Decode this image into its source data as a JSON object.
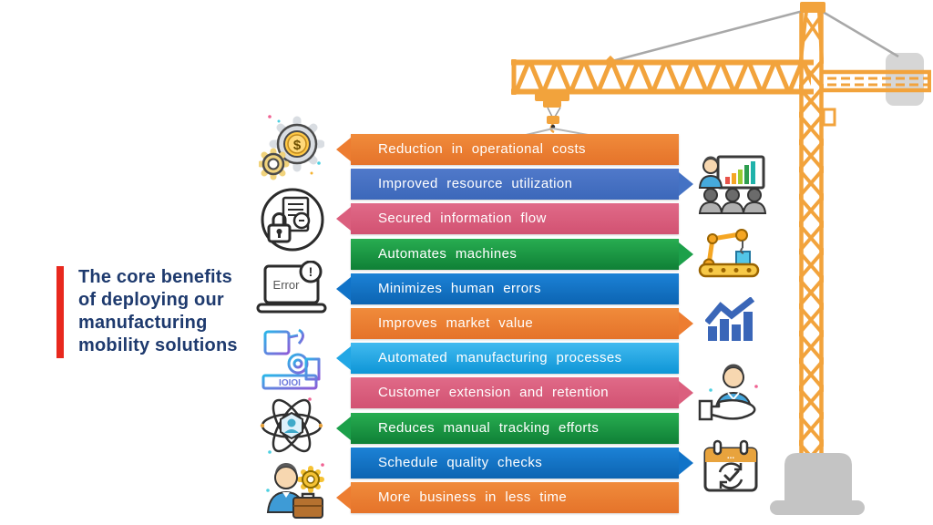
{
  "sidebar_title": {
    "text": "The core benefits\nof deploying our\nmanufacturing\nmobility solutions",
    "accent_bar_color": "#E8281E",
    "text_color": "#1E3A6E"
  },
  "banners": [
    {
      "label": "Reduction in operational costs",
      "color": "orange",
      "arrow": "left"
    },
    {
      "label": "Improved resource utilization",
      "color": "slateblue",
      "arrow": "right"
    },
    {
      "label": "Secured information flow",
      "color": "rose",
      "arrow": "left"
    },
    {
      "label": "Automates machines",
      "color": "green",
      "arrow": "right"
    },
    {
      "label": "Minimizes human errors",
      "color": "blue",
      "arrow": "left"
    },
    {
      "label": "Improves market value",
      "color": "orange",
      "arrow": "right"
    },
    {
      "label": "Automated manufacturing processes",
      "color": "cyan",
      "arrow": "left"
    },
    {
      "label": "Customer extension and retention",
      "color": "rose",
      "arrow": "right"
    },
    {
      "label": "Reduces manual tracking efforts",
      "color": "green",
      "arrow": "left"
    },
    {
      "label": "Schedule quality checks",
      "color": "blue",
      "arrow": "right"
    },
    {
      "label": "More business in less time",
      "color": "orange",
      "arrow": "left"
    }
  ],
  "palette": {
    "banner_orange": "#ED7D31",
    "banner_slate_blue": "#4472C4",
    "banner_rose": "#DB5F7E",
    "banner_green": "#1CA04A",
    "banner_blue": "#1173C8",
    "banner_cyan": "#22A7E5",
    "crane_orange": "#F2A33C",
    "cable_gray": "#A8A8A8",
    "concrete_gray": "#C4C4C4"
  },
  "icon_texts": {
    "dollar": "$",
    "error": "Error",
    "exclamation": "!",
    "conveyor": "IOIOI",
    "header_dots": "..."
  },
  "icons": {
    "left": [
      "cost-gears-icon",
      "secured-document-icon",
      "error-laptop-icon",
      "automation-machine-icon",
      "atom-person-icon",
      "businessman-gear-icon"
    ],
    "right": [
      "presentation-icon",
      "robot-arm-icon",
      "market-growth-icon",
      "customer-care-icon",
      "calendar-sync-icon"
    ]
  }
}
